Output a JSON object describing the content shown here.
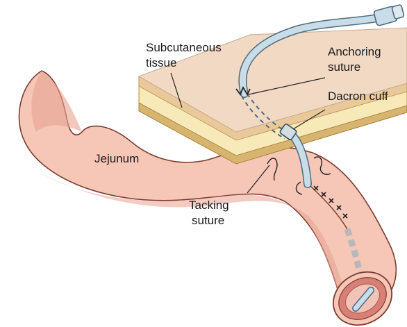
{
  "labels": {
    "subcutaneous_line1": "Subcutaneous",
    "subcutaneous_line2": "tissue",
    "anchoring_line1": "Anchoring",
    "anchoring_line2": "suture",
    "dacron_cuff": "Dacron cuff",
    "jejunum": "Jejunum",
    "tacking_line1": "Tacking",
    "tacking_line2": "suture"
  },
  "colors": {
    "jejunum_fill": "#f6c6b6",
    "jejunum_shadow": "#e8a392",
    "jejunum_outline": "#7a3b30",
    "lumen": "#d87f76",
    "lumen_inner": "#f3c3b8",
    "skin_top": "#f2d9c4",
    "fat_layer": "#f8e9b8",
    "tissue_edge": "#e9c99a",
    "tube": "#c9dde9",
    "tube_outline": "#4c6b7e",
    "suture": "#222222"
  }
}
